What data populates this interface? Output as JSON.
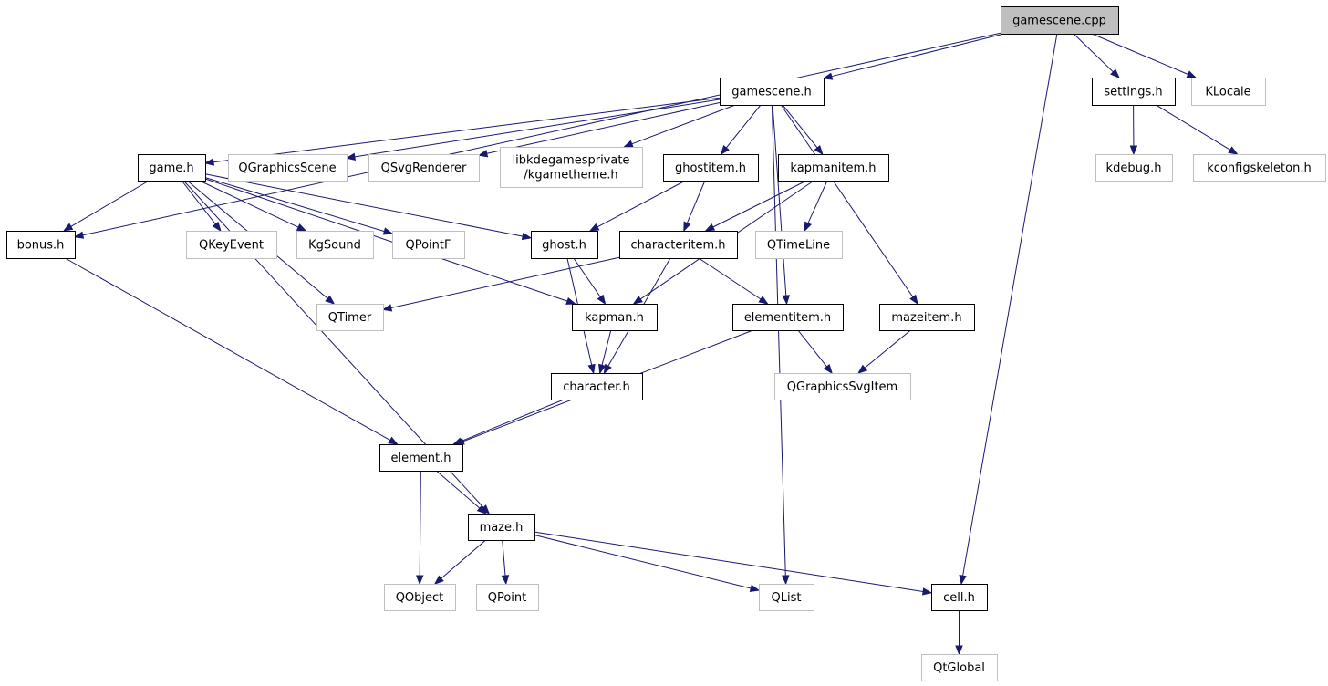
{
  "colors": {
    "root_fill": "#bfbfbf",
    "node_fill": "#ffffff",
    "documented_border": "#000000",
    "external_border": "#bfbfbf",
    "edge": "#191970",
    "label": "#000000"
  },
  "nodes": {
    "gamescene_cpp": {
      "label": "gamescene.cpp",
      "kind": "root"
    },
    "gamescene_h": {
      "label": "gamescene.h",
      "kind": "documented"
    },
    "settings_h": {
      "label": "settings.h",
      "kind": "documented"
    },
    "klocale": {
      "label": "KLocale",
      "kind": "external"
    },
    "game_h": {
      "label": "game.h",
      "kind": "documented"
    },
    "qgraphicsscene": {
      "label": "QGraphicsScene",
      "kind": "external"
    },
    "qsvgrenderer": {
      "label": "QSvgRenderer",
      "kind": "external"
    },
    "libkdegames": {
      "label": "libkdegamesprivate\n/kgametheme.h",
      "kind": "external"
    },
    "ghostitem_h": {
      "label": "ghostitem.h",
      "kind": "documented"
    },
    "kapmanitem_h": {
      "label": "kapmanitem.h",
      "kind": "documented"
    },
    "kdebug_h": {
      "label": "kdebug.h",
      "kind": "external"
    },
    "kconfigskeleton_h": {
      "label": "kconfigskeleton.h",
      "kind": "external"
    },
    "bonus_h": {
      "label": "bonus.h",
      "kind": "documented"
    },
    "qkeyevent": {
      "label": "QKeyEvent",
      "kind": "external"
    },
    "kgsound": {
      "label": "KgSound",
      "kind": "external"
    },
    "qpointf": {
      "label": "QPointF",
      "kind": "external"
    },
    "ghost_h": {
      "label": "ghost.h",
      "kind": "documented"
    },
    "characteritem_h": {
      "label": "characteritem.h",
      "kind": "documented"
    },
    "qtimeline": {
      "label": "QTimeLine",
      "kind": "external"
    },
    "qtimer": {
      "label": "QTimer",
      "kind": "external"
    },
    "kapman_h": {
      "label": "kapman.h",
      "kind": "documented"
    },
    "elementitem_h": {
      "label": "elementitem.h",
      "kind": "documented"
    },
    "mazeitem_h": {
      "label": "mazeitem.h",
      "kind": "documented"
    },
    "character_h": {
      "label": "character.h",
      "kind": "documented"
    },
    "qgraphicssvgitem": {
      "label": "QGraphicsSvgItem",
      "kind": "external"
    },
    "element_h": {
      "label": "element.h",
      "kind": "documented"
    },
    "maze_h": {
      "label": "maze.h",
      "kind": "documented"
    },
    "qobject": {
      "label": "QObject",
      "kind": "external"
    },
    "qpoint": {
      "label": "QPoint",
      "kind": "external"
    },
    "qlist": {
      "label": "QList",
      "kind": "external"
    },
    "cell_h": {
      "label": "cell.h",
      "kind": "documented"
    },
    "qtglobal": {
      "label": "QtGlobal",
      "kind": "external"
    }
  },
  "edges": [
    [
      "gamescene_cpp",
      "bonus_h"
    ],
    [
      "gamescene_cpp",
      "gamescene_h"
    ],
    [
      "gamescene_cpp",
      "settings_h"
    ],
    [
      "gamescene_cpp",
      "klocale"
    ],
    [
      "gamescene_cpp",
      "cell_h"
    ],
    [
      "gamescene_h",
      "game_h"
    ],
    [
      "gamescene_h",
      "qgraphicsscene"
    ],
    [
      "gamescene_h",
      "qsvgrenderer"
    ],
    [
      "gamescene_h",
      "libkdegames"
    ],
    [
      "gamescene_h",
      "ghostitem_h"
    ],
    [
      "gamescene_h",
      "kapmanitem_h"
    ],
    [
      "gamescene_h",
      "elementitem_h"
    ],
    [
      "gamescene_h",
      "mazeitem_h"
    ],
    [
      "gamescene_h",
      "qlist"
    ],
    [
      "settings_h",
      "kdebug_h"
    ],
    [
      "settings_h",
      "kconfigskeleton_h"
    ],
    [
      "game_h",
      "bonus_h"
    ],
    [
      "game_h",
      "qkeyevent"
    ],
    [
      "game_h",
      "kgsound"
    ],
    [
      "game_h",
      "qpointf"
    ],
    [
      "game_h",
      "ghost_h"
    ],
    [
      "game_h",
      "qtimer"
    ],
    [
      "game_h",
      "kapman_h"
    ],
    [
      "game_h",
      "maze_h"
    ],
    [
      "ghostitem_h",
      "ghost_h"
    ],
    [
      "ghostitem_h",
      "characteritem_h"
    ],
    [
      "kapmanitem_h",
      "characteritem_h"
    ],
    [
      "kapmanitem_h",
      "qtimeline"
    ],
    [
      "kapmanitem_h",
      "kapman_h"
    ],
    [
      "bonus_h",
      "element_h"
    ],
    [
      "ghost_h",
      "kapman_h"
    ],
    [
      "ghost_h",
      "character_h"
    ],
    [
      "characteritem_h",
      "qtimer"
    ],
    [
      "characteritem_h",
      "elementitem_h"
    ],
    [
      "characteritem_h",
      "character_h"
    ],
    [
      "kapman_h",
      "character_h"
    ],
    [
      "elementitem_h",
      "qgraphicssvgitem"
    ],
    [
      "elementitem_h",
      "element_h"
    ],
    [
      "mazeitem_h",
      "qgraphicssvgitem"
    ],
    [
      "character_h",
      "element_h"
    ],
    [
      "element_h",
      "maze_h"
    ],
    [
      "element_h",
      "qobject"
    ],
    [
      "maze_h",
      "qobject"
    ],
    [
      "maze_h",
      "qpoint"
    ],
    [
      "maze_h",
      "qlist"
    ],
    [
      "maze_h",
      "cell_h"
    ],
    [
      "cell_h",
      "qtglobal"
    ]
  ]
}
